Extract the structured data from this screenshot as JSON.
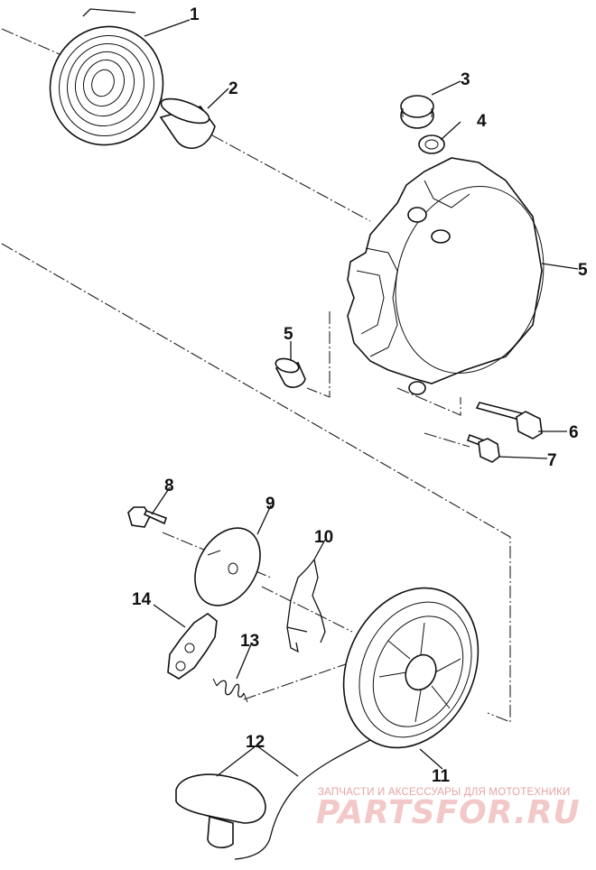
{
  "callouts": [
    "1",
    "2",
    "3",
    "4",
    "5",
    "5",
    "6",
    "7",
    "8",
    "9",
    "10",
    "11",
    "12",
    "13",
    "14"
  ],
  "watermark": {
    "tagline": "ЗАПЧАСТИ И АКСЕССУАРЫ ДЛЯ МОТОТЕХНИКИ",
    "brand": "PARTSFOR.RU"
  },
  "colors": {
    "line": "#111111",
    "watermark": "#e8a3a3",
    "background": "#ffffff"
  }
}
